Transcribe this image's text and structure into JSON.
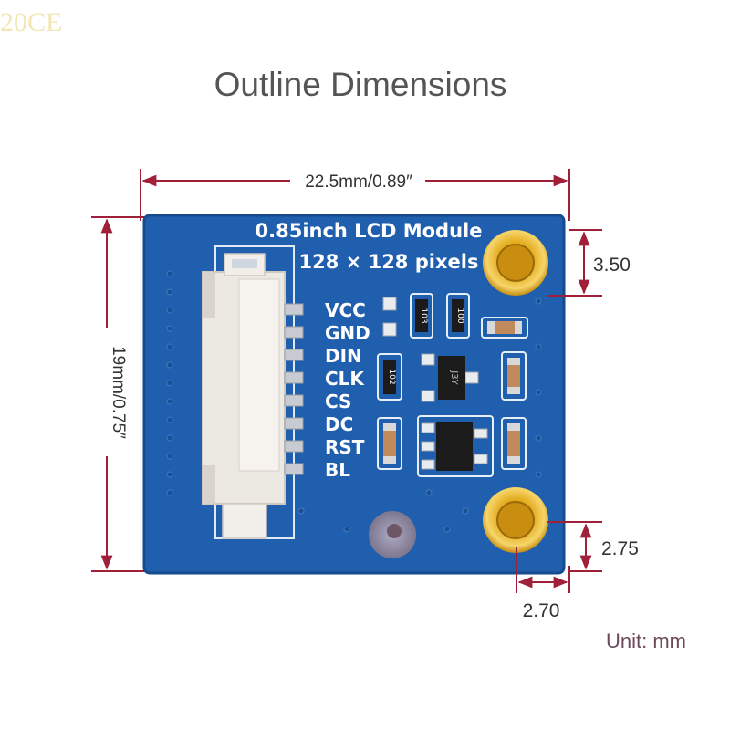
{
  "watermark": "20CE",
  "title": "Outline Dimensions",
  "unit_label": "Unit: mm",
  "dimensions": {
    "width": "22.5mm/0.89″",
    "height": "19mm/0.75″",
    "hole_top_offset": "3.50",
    "hole_bottom_offset": "2.75",
    "hole_side_offset": "2.70"
  },
  "board": {
    "name": "0.85inch LCD Module",
    "resolution": "128 × 128 pixels",
    "pins": [
      "VCC",
      "GND",
      "DIN",
      "CLK",
      "CS",
      "DC",
      "RST",
      "BL"
    ],
    "component_marks": [
      "103",
      "100",
      "102",
      "J3Y"
    ],
    "colors": {
      "pcb": "#1f5fae",
      "pcb_edge": "#164c8f",
      "gold": "#d9a21b",
      "connector": "#ece8e2"
    }
  }
}
